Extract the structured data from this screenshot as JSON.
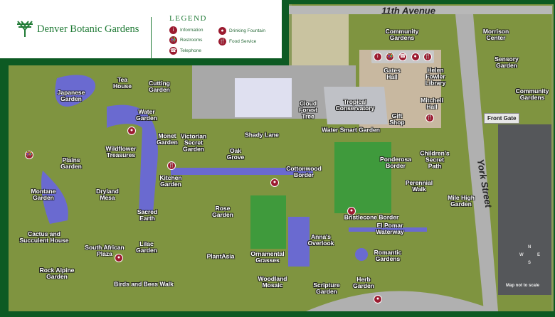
{
  "brand": {
    "name": "Denver Botanic Gardens",
    "logo_icon": "tree-lattice-icon",
    "color": "#1f7a35"
  },
  "legend": {
    "title": "LEGEND",
    "items": [
      {
        "icon": "information-icon",
        "glyph": "i",
        "label": "Information"
      },
      {
        "icon": "restrooms-icon",
        "glyph": "👫",
        "label": "Restrooms"
      },
      {
        "icon": "telephone-icon",
        "glyph": "☎",
        "label": "Telephone"
      },
      {
        "icon": "drinking-fountain-icon",
        "glyph": "●",
        "label": "Drinking Fountain"
      },
      {
        "icon": "food-service-icon",
        "glyph": "🍴",
        "label": "Food Service"
      }
    ],
    "marker_color": "#9b1b30"
  },
  "roads": {
    "north": "11th Avenue",
    "east": "York Street"
  },
  "front_gate": "Front Gate",
  "scale_note": "Map not to scale",
  "compass": {
    "n": "N",
    "s": "S",
    "e": "E",
    "w": "W"
  },
  "places": [
    "Japanese\nGarden",
    "Tea\nHouse",
    "Cutting\nGarden",
    "Water\nGarden",
    "Monet\nGarden",
    "Victorian\nSecret\nGarden",
    "Shady Lane",
    "Oak\nGrove",
    "Wildflower\nTreasures",
    "Plains\nGarden",
    "Kitchen\nGarden",
    "Montane\nGarden",
    "Dryland\nMesa",
    "Sacred\nEarth",
    "Rose\nGarden",
    "Cottonwood\nBorder",
    "Cactus and\nSucculent House",
    "South African\nPlaza",
    "Lilac\nGarden",
    "PlantAsia",
    "Ornamental\nGrasses",
    "Rock Alpine\nGarden",
    "Birds and Bees Walk",
    "Woodland\nMosaic",
    "Scripture\nGarden",
    "Herb\nGarden",
    "Anna's\nOverlook",
    "Bristlecone Border",
    "El Pomar\nWaterway",
    "Romantic\nGardens",
    "Ponderosa\nBorder",
    "Children's\nSecret\nPath",
    "Perennial\nWalk",
    "Mile High\nGarden",
    "Cloud\nForest\nTree",
    "Tropical\nConservatory",
    "Gift\nShop",
    "Water Smart Garden",
    "Gates\nHall",
    "Helen\nFowler\nLibrary",
    "Mitchell\nHall",
    "Community\nGardens",
    "Morrison\nCenter",
    "Sensory\nGarden",
    "Community\nGardens"
  ]
}
